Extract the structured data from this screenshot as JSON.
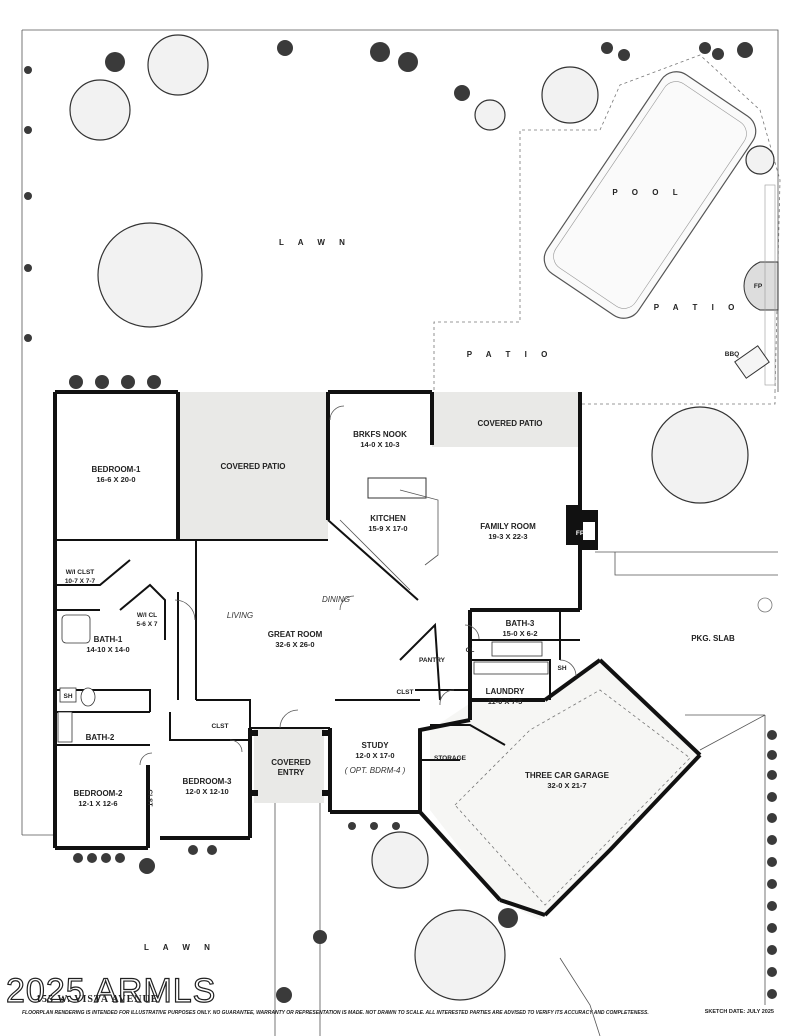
{
  "labels": {
    "lawn_top": "L A W N",
    "lawn_bottom": "L A W N",
    "pool": "P O O L",
    "patio_right": "P A T I O",
    "patio_center": "P A T I O",
    "bbq": "BBQ",
    "fp_outdoor": "FP",
    "covered_patio_left": "COVERED PATIO",
    "covered_patio_right": "COVERED PATIO",
    "pkg_slab": "PKG. SLAB",
    "living": "LIVING",
    "dining": "DINING",
    "fp_indoor": "FP",
    "pantry": "PANTRY",
    "clst_pantry": "CLST",
    "cl_bath3": "CL",
    "sh": "SH",
    "sh2": "SH",
    "clst_bed2": "CLST",
    "clst_bed3": "CLST",
    "storage": "STORAGE"
  },
  "rooms": [
    {
      "name": "BEDROOM-1",
      "dim": "16-6  X  20-0"
    },
    {
      "name": "W/I  CLST",
      "dim": "10-7 X 7-7"
    },
    {
      "name": "W/I  CL",
      "dim": "5-6 X 7"
    },
    {
      "name": "BATH-1",
      "dim": "14-10 X 14-0"
    },
    {
      "name": "BATH-2",
      "dim": ""
    },
    {
      "name": "BEDROOM-2",
      "dim": "12-1  X  12-6"
    },
    {
      "name": "BEDROOM-3",
      "dim": "12-0 X 12-10"
    },
    {
      "name": "COVERED",
      "dim": "ENTRY"
    },
    {
      "name": "GREAT ROOM",
      "dim": "32-6  X  26-0"
    },
    {
      "name": "BRKFS NOOK",
      "dim": "14-0  X  10-3"
    },
    {
      "name": "KITCHEN",
      "dim": "15-9 X 17-0"
    },
    {
      "name": "FAMILY ROOM",
      "dim": "19-3  X  22-3"
    },
    {
      "name": "BATH-3",
      "dim": "15-0 X 6-2"
    },
    {
      "name": "LAUNDRY",
      "dim": "11-0 X 7-5"
    },
    {
      "name": "STUDY",
      "dim": "12-0 X 17-0",
      "note": "( OPT. BDRM-4 )"
    },
    {
      "name": "THREE CAR GARAGE",
      "dim": "32-0  X  21-7"
    }
  ],
  "footer": {
    "watermark": "2025 ARMLS",
    "address": "155 W. VISTA AVENUE",
    "disclaimer": "FLOORPLAN RENDERING IS INTENDED FOR ILLUSTRATIVE PURPOSES ONLY.  NO GUARANTEE, WARRANTY OR REPRESENTATION IS MADE.  NOT DRAWN TO SCALE.  ALL INTERESTED PARTIES ARE ADVISED TO VERIFY ITS ACCURACY AND COMPLETENESS.",
    "sketch_date": "SKETCH DATE:  JULY  2025"
  }
}
